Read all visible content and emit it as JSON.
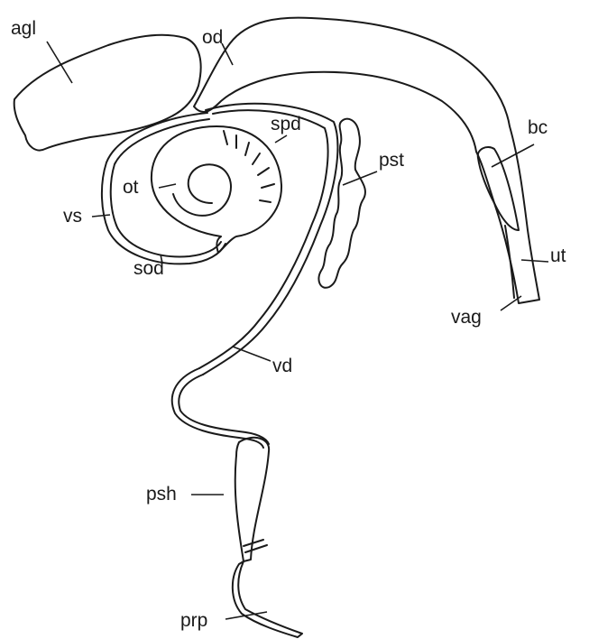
{
  "labels": {
    "agl": "agl",
    "od": "od",
    "spd": "spd",
    "pst": "pst",
    "bc": "bc",
    "ot": "ot",
    "vs": "vs",
    "sod": "sod",
    "ut": "ut",
    "vag": "vag",
    "vd": "vd",
    "psh": "psh",
    "prp": "prp"
  },
  "colors": {
    "ink": "#1a1a1a",
    "paper": "#ffffff"
  }
}
